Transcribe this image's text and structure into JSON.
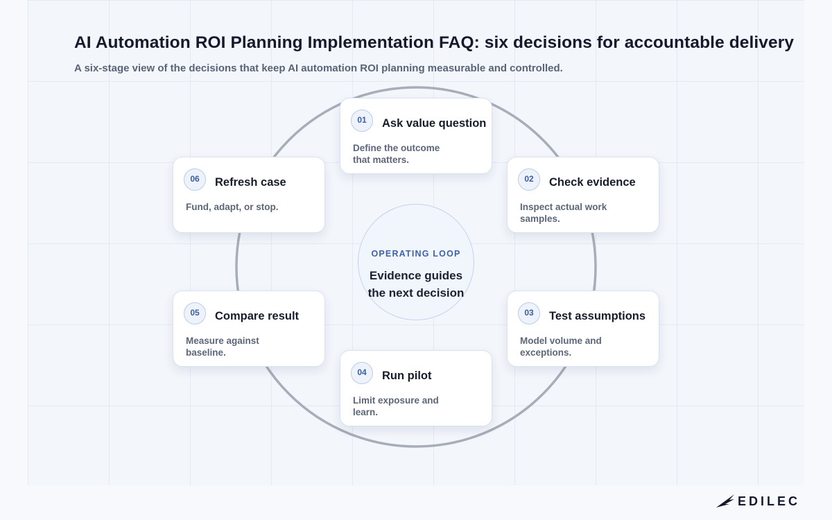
{
  "header": {
    "title": "AI Automation ROI Planning Implementation FAQ: six decisions for accountable delivery",
    "subtitle": "A six-stage view of the decisions that keep AI automation ROI planning measurable and controlled."
  },
  "center": {
    "kicker": "OPERATING LOOP",
    "text": "Evidence guides the next decision"
  },
  "stages": [
    {
      "num": "01",
      "title": "Ask value question",
      "desc": "Define the outcome that matters."
    },
    {
      "num": "02",
      "title": "Check evidence",
      "desc": "Inspect actual work samples."
    },
    {
      "num": "03",
      "title": "Test assumptions",
      "desc": "Model volume and exceptions."
    },
    {
      "num": "04",
      "title": "Run pilot",
      "desc": "Limit exposure and learn."
    },
    {
      "num": "05",
      "title": "Compare result",
      "desc": "Measure against baseline."
    },
    {
      "num": "06",
      "title": "Refresh case",
      "desc": "Fund, adapt, or stop."
    }
  ],
  "brand": {
    "name": "EDILEC",
    "logo_icon": "wing-logo-icon"
  },
  "colors": {
    "ring": "#a7adb9",
    "accent": "#3a5ea3",
    "card_border": "#d9e2ef"
  }
}
